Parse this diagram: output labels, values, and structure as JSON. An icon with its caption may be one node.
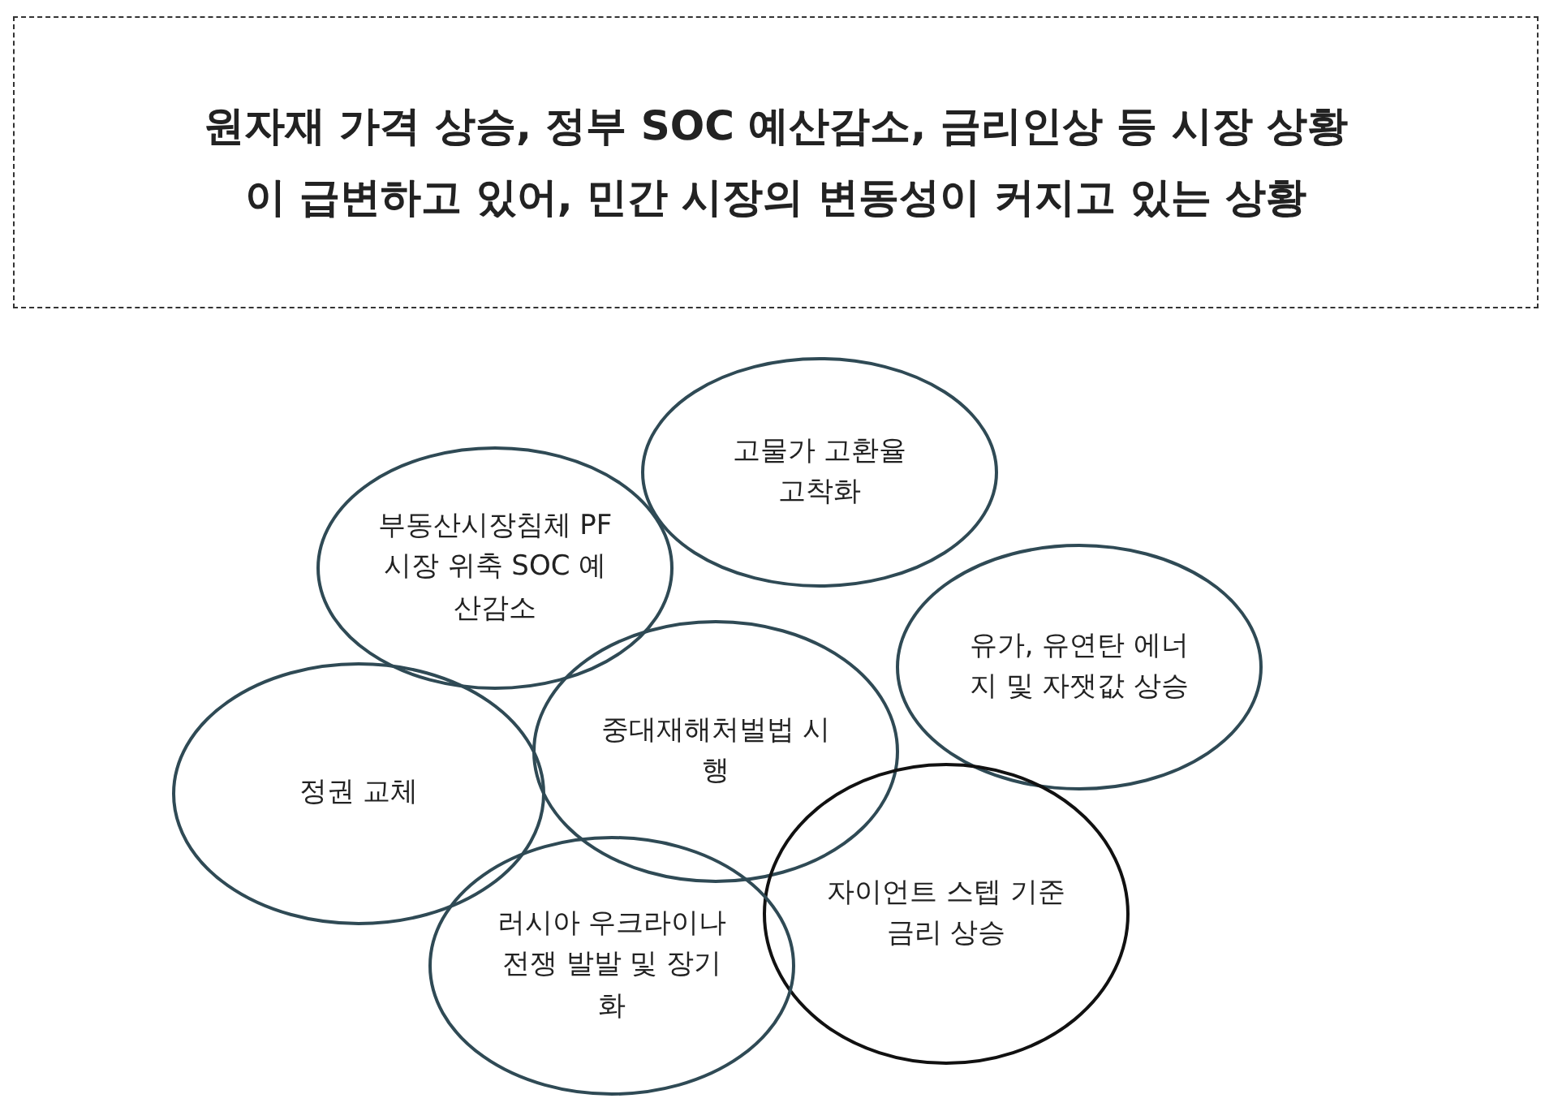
{
  "diagram": {
    "nodes": [
      {
        "text": [
          "원자재 가격 상승, 정부 SOC 예산감소, 금리인상 등 시장 상황이 급변하고 있어, 민간 시장의 변동성이 커지고 있는 상황"
        ]
      },
      {
        "text": [
          "고물가 고환율 고착화"
        ]
      },
      {
        "text": [
          "부동산시장침체 PF 시장 위축 SOC 예산감소"
        ]
      },
      {
        "text": [
          "유가, 유연탄 에너지 및 자잿값 상승"
        ]
      },
      {
        "text": [
          "정권 교체"
        ]
      },
      {
        "text": [
          "중대재해처벌법 시행"
        ]
      },
      {
        "text": [
          "자이언트 스텝 기준금리 상승"
        ]
      },
      {
        "text": [
          "러시아 우크라이나 전쟁 발발 및 장기화"
        ]
      }
    ],
    "edges": []
  }
}
